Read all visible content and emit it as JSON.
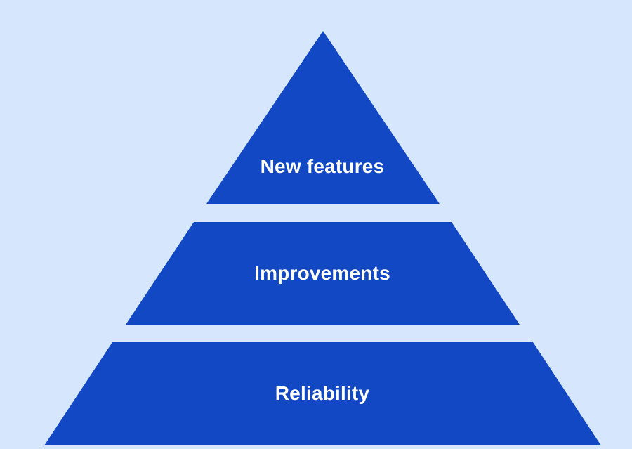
{
  "colors": {
    "background": "#d6e6fc",
    "tier_fill": "#1248c3",
    "label_text": "#ffffff"
  },
  "pyramid": {
    "tiers": [
      {
        "label": "New features"
      },
      {
        "label": "Improvements"
      },
      {
        "label": "Reliability"
      }
    ]
  }
}
